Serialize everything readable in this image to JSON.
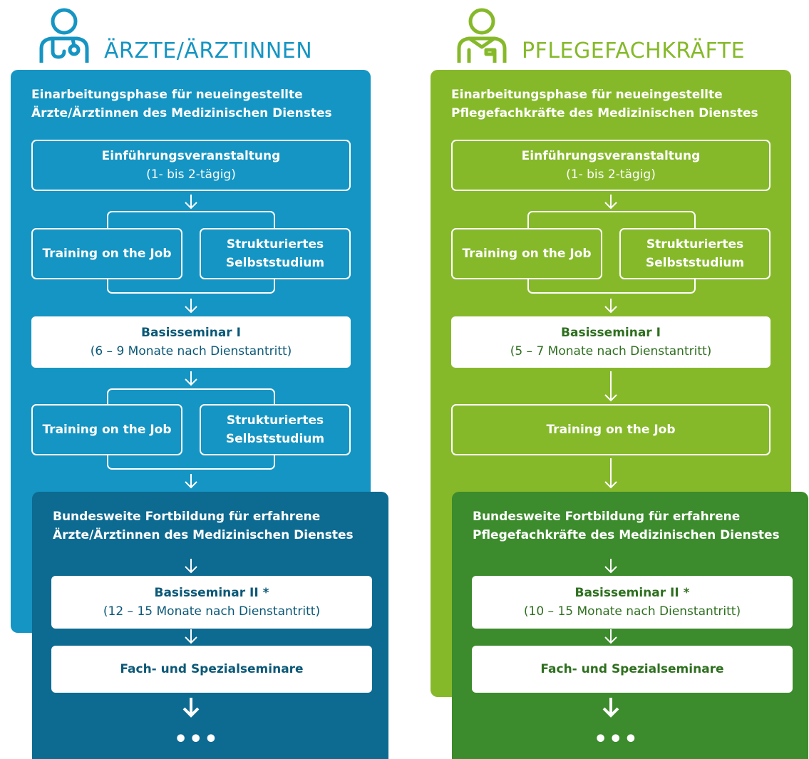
{
  "colors": {
    "blue_light": "#1595c3",
    "blue_dark": "#0d6a91",
    "blue_text": "#0b5877",
    "green_light": "#86b92a",
    "green_dark": "#3c8b2c",
    "green_text": "#2e6f1f"
  },
  "doctors": {
    "title": "ÄRZTE/ÄRZTINNEN",
    "icon": "doctor-stethoscope-icon",
    "phase1_label_line1": "Einarbeitungsphase für neueingestellte",
    "phase1_label_line2": "Ärzte/Ärztinnen des Medizinischen Dienstes",
    "intro_title": "Einführungsveranstaltung",
    "intro_sub": "(1- bis 2-tägig)",
    "training1": "Training on the Job",
    "study1_line1": "Strukturiertes",
    "study1_line2": "Selbststudium",
    "basis1_title": "Basisseminar I",
    "basis1_sub": "(6 – 9 Monate nach Dienstantritt)",
    "training2": "Training on the Job",
    "study2_line1": "Strukturiertes",
    "study2_line2": "Selbststudium",
    "phase2_label_line1": "Bundesweite Fortbildung für erfahrene",
    "phase2_label_line2": "Ärzte/Ärztinnen des Medizinischen Dienstes",
    "basis2_title": "Basisseminar II *",
    "basis2_sub": "(12 – 15 Monate nach Dienstantritt)",
    "special": "Fach- und Spezialseminare",
    "ellipsis": "•••"
  },
  "nurses": {
    "title": "PFLEGEFACHKRÄFTE",
    "icon": "nurse-icon",
    "phase1_label_line1": "Einarbeitungsphase für neueingestellte",
    "phase1_label_line2": "Pflegefachkräfte des Medizinischen Dienstes",
    "intro_title": "Einführungsveranstaltung",
    "intro_sub": "(1- bis 2-tägig)",
    "training1": "Training on the Job",
    "study1_line1": "Strukturiertes",
    "study1_line2": "Selbststudium",
    "basis1_title": "Basisseminar I",
    "basis1_sub": "(5 – 7 Monate nach Dienstantritt)",
    "training2": "Training on the Job",
    "phase2_label_line1": "Bundesweite Fortbildung für erfahrene",
    "phase2_label_line2": "Pflegefachkräfte des Medizinischen Dienstes",
    "basis2_title": "Basisseminar II *",
    "basis2_sub": "(10 – 15 Monate nach Dienstantritt)",
    "special": "Fach- und Spezialseminare",
    "ellipsis": "•••"
  }
}
